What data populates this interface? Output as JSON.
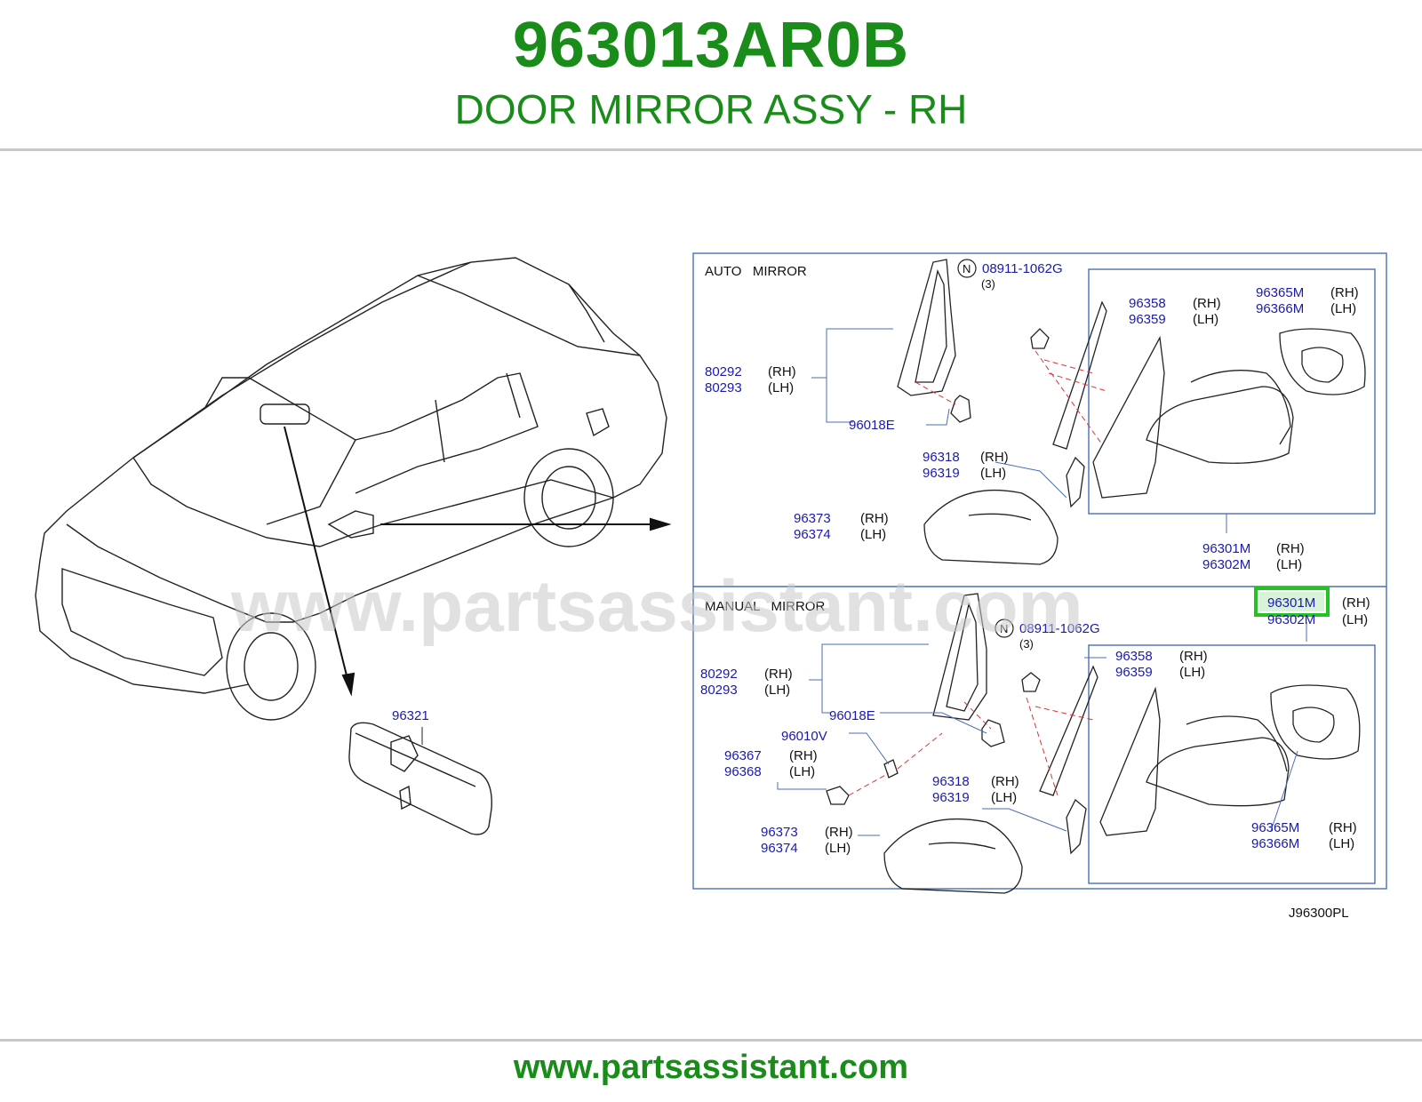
{
  "header": {
    "part_number": "963013AR0B",
    "description": "DOOR MIRROR ASSY - RH"
  },
  "diagram": {
    "code": "J96300PL",
    "watermark": "www.partsassistant.com",
    "auto_section": {
      "title": "AUTO   MIRROR",
      "bolt": {
        "symbol": "N",
        "number": "08911-1062G",
        "qty": "(3)"
      },
      "labels": [
        {
          "id": "a-80292",
          "number": "80292",
          "side": "(RH)"
        },
        {
          "id": "a-80293",
          "number": "80293",
          "side": "(LH)"
        },
        {
          "id": "a-96018E",
          "number": "96018E",
          "side": ""
        },
        {
          "id": "a-96358",
          "number": "96358",
          "side": "(RH)"
        },
        {
          "id": "a-96359",
          "number": "96359",
          "side": "(LH)"
        },
        {
          "id": "a-96365M",
          "number": "96365M",
          "side": "(RH)"
        },
        {
          "id": "a-96366M",
          "number": "96366M",
          "side": "(LH)"
        },
        {
          "id": "a-96318",
          "number": "96318",
          "side": "(RH)"
        },
        {
          "id": "a-96319",
          "number": "96319",
          "side": "(LH)"
        },
        {
          "id": "a-96373",
          "number": "96373",
          "side": "(RH)"
        },
        {
          "id": "a-96374",
          "number": "96374",
          "side": "(LH)"
        },
        {
          "id": "a-96301M",
          "number": "96301M",
          "side": "(RH)"
        },
        {
          "id": "a-96302M",
          "number": "96302M",
          "side": "(LH)"
        }
      ]
    },
    "manual_section": {
      "title": "MANUAL   MIRROR",
      "bolt": {
        "symbol": "N",
        "number": "08911-1062G",
        "qty": "(3)"
      },
      "highlighted": {
        "number": "96301M",
        "side": "(RH)",
        "color": "#22c322"
      },
      "labels": [
        {
          "id": "m-96302M",
          "number": "96302M",
          "side": "(LH)"
        },
        {
          "id": "m-80292",
          "number": "80292",
          "side": "(RH)"
        },
        {
          "id": "m-80293",
          "number": "80293",
          "side": "(LH)"
        },
        {
          "id": "m-96018E",
          "number": "96018E",
          "side": ""
        },
        {
          "id": "m-96358",
          "number": "96358",
          "side": "(RH)"
        },
        {
          "id": "m-96359",
          "number": "96359",
          "side": "(LH)"
        },
        {
          "id": "m-96010V",
          "number": "96010V",
          "side": ""
        },
        {
          "id": "m-96367",
          "number": "96367",
          "side": "(RH)"
        },
        {
          "id": "m-96368",
          "number": "96368",
          "side": "(LH)"
        },
        {
          "id": "m-96318",
          "number": "96318",
          "side": "(RH)"
        },
        {
          "id": "m-96319",
          "number": "96319",
          "side": "(LH)"
        },
        {
          "id": "m-96373",
          "number": "96373",
          "side": "(RH)"
        },
        {
          "id": "m-96374",
          "number": "96374",
          "side": "(LH)"
        },
        {
          "id": "m-96365M",
          "number": "96365M",
          "side": "(RH)"
        },
        {
          "id": "m-96366M",
          "number": "96366M",
          "side": "(LH)"
        }
      ]
    },
    "inner_mirror": {
      "number": "96321"
    }
  },
  "footer": {
    "url": "www.partsassistant.com"
  },
  "colors": {
    "brand_green": "#1a8c1a",
    "label_blue": "#1a1ab0",
    "frame_blue": "#4a6fb5",
    "highlight_green": "#22c322"
  }
}
